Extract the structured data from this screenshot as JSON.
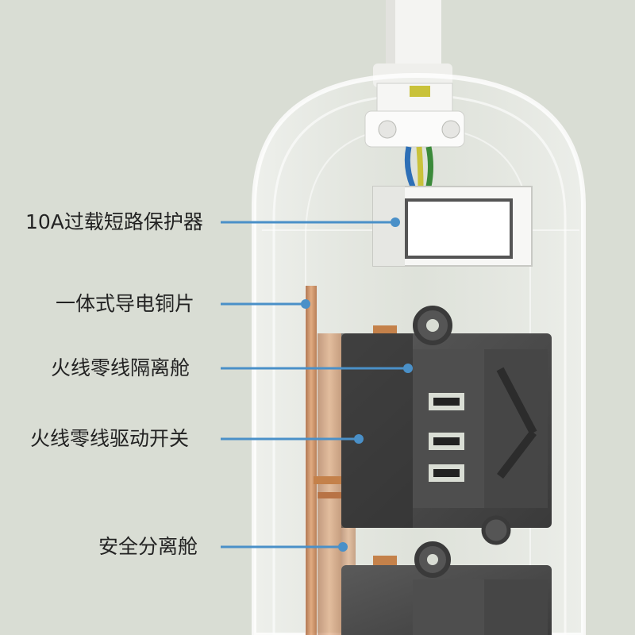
{
  "callouts": [
    {
      "id": "breaker",
      "text": "10A过载短路保护器"
    },
    {
      "id": "copper",
      "text": "一体式导电铜片"
    },
    {
      "id": "isolation",
      "text": "火线零线隔离舱"
    },
    {
      "id": "drive",
      "text": "火线零线驱动开关"
    },
    {
      "id": "safety",
      "text": "安全分离舱"
    }
  ],
  "colors": {
    "background": "#d9ddd4",
    "callout_line": "#4a90c8",
    "copper": "#c4814a",
    "socket_module": "#4b4b4b"
  },
  "illustration": "transparent power strip cutaway"
}
